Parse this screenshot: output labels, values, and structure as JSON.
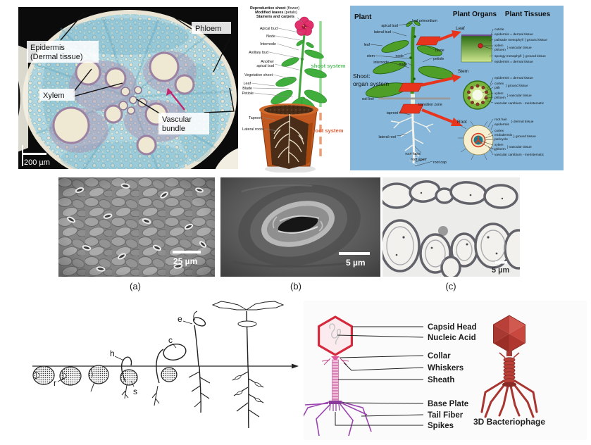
{
  "colors": {
    "panel_blue_bg": "#87b7da",
    "stain_blue": "#afd6e0",
    "vessel_cream": "#efe8d2",
    "vessel_ring_purple": "#9b82a2",
    "accent_red": "#e8341c",
    "flower_pink": "#e2306c",
    "leaf_green": "#4e9e28",
    "shoot_green": "#56bf5f",
    "root_orange": "#d85c34",
    "pot_terracotta": "#c1581f",
    "soil_brown": "#4a2d18",
    "phage_crimson": "#d6293e",
    "phage_pink": "#fcebee",
    "phage_purple": "#9a44b0",
    "phage_3d_red": "#b84038"
  },
  "stem_section": {
    "label_epidermis_1": "Epidermis",
    "label_epidermis_2": "(Dermal tissue)",
    "label_phloem": "Phloem",
    "label_xylem": "Xylem",
    "label_vascular_1": "Vascular",
    "label_vascular_2": "bundle",
    "scale_bar": "200 µm"
  },
  "shoot_root": {
    "reproductive_shoot": "Reproductive shoot",
    "reproductive_shoot_suffix": " (flower)",
    "modified_leaves": "Modified leaves",
    "modified_leaves_suffix": " (petals)",
    "stamens": "Stamens and carpels",
    "apical_bud": "Apical bud",
    "node": "Node",
    "internode": "Internode",
    "axillary_bud": "Axillary bud",
    "another_1": "Another",
    "another_2": "apical bud",
    "vegetative_shoot": "Vegetative shoot",
    "leaf": "Leaf",
    "blade": "Blade",
    "petiole": "Petiole",
    "taproot": "Taproot",
    "lateral_roots": "Lateral roots",
    "shoot_system": "shoot system",
    "root_system": "root system"
  },
  "plant_panel": {
    "title": "Plant",
    "heading_organs": "Plant Organs",
    "heading_tissues": "Plant Tissues",
    "shoot_1": "Shoot:",
    "shoot_2": "organ system",
    "sketch": {
      "apical_bud": "apical bud",
      "leaf_primordium": "leaf primordium",
      "lateral_bud": "lateral bud",
      "leaf": "leaf",
      "stem": "stem",
      "internode": "internode",
      "node_a": "node",
      "node_b": "node",
      "blade": "blade",
      "petiole": "petiole",
      "soil_line": "soil line",
      "transition_zone": "transition zone",
      "taproot": "taproot",
      "lateral_root": "lateral root",
      "root_hairs": "root hairs",
      "root_apex": "root apex",
      "root_cap": "root cap"
    },
    "leaf_organ": "Leaf",
    "stem_organ": "Stem",
    "root_organ": "Root",
    "leaf_tissues": [
      "cuticle",
      "epidermis = dermal tissue",
      "palisade mesophyll",
      "} ground tissue",
      "xylem",
      "phloem",
      "} vascular tissue",
      "spongy mesophyll",
      "} ground tissue",
      "epidermis = dermal tissue"
    ],
    "stem_tissues": [
      "epidermis = dermal tissue",
      "cortex",
      "pith",
      "} ground tissue",
      "xylem",
      "phloem",
      "} vascular tissue",
      "vascular cambium - meristematic"
    ],
    "root_tissues": [
      "root hair",
      "epidermis",
      "} dermal tissue",
      "cortex",
      "endodermis",
      "pericycle",
      "} ground tissue",
      "xylem",
      "phloem",
      "} vascular tissue",
      "vascular cambium - meristematic"
    ]
  },
  "micrographs": {
    "a": {
      "scale": "25 µm",
      "caption": "(a)"
    },
    "b": {
      "scale": "5 µm",
      "caption": "(b)"
    },
    "c": {
      "scale": "5 µm",
      "caption": "(c)"
    }
  },
  "germination": {
    "r": "r",
    "h": "h",
    "s": "s",
    "c": "c",
    "e": "e"
  },
  "phage": {
    "labels": [
      "Capsid Head",
      "Nucleic Acid",
      "Collar",
      "Whiskers",
      "Sheath",
      "Base Plate",
      "Tail Fiber",
      "Spikes"
    ],
    "caption_3d": "3D Bacteriophage"
  }
}
